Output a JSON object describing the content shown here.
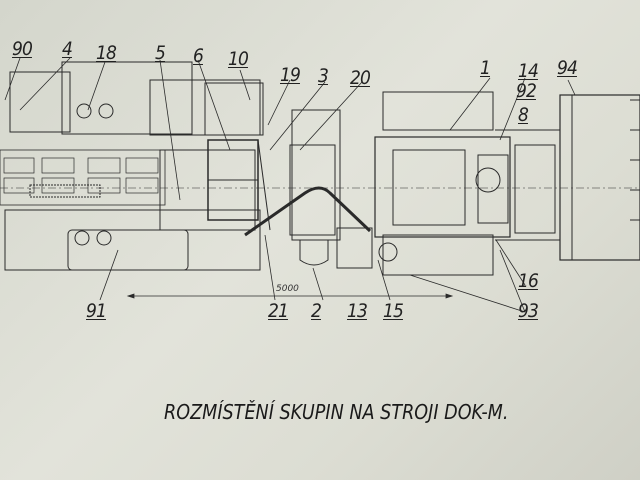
{
  "diagram": {
    "title": "ROZMÍSTĚNÍ SKUPIN NA STROJI DOK-M.",
    "dimension_label": "5000",
    "callouts": [
      "90",
      "4",
      "18",
      "5",
      "6",
      "10",
      "19",
      "3",
      "20",
      "1",
      "14",
      "94",
      "92",
      "8",
      "91",
      "21",
      "2",
      "13",
      "15",
      "16",
      "93"
    ]
  }
}
